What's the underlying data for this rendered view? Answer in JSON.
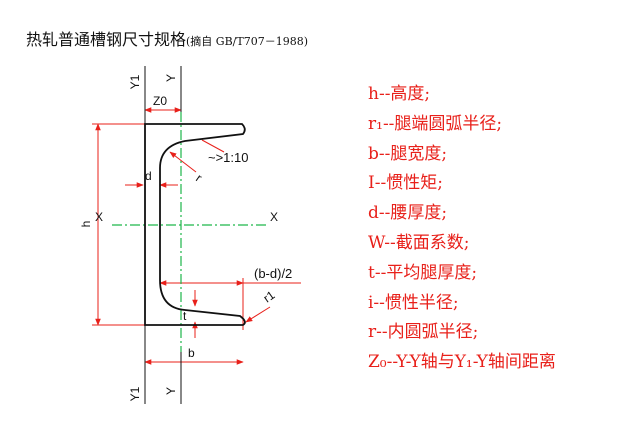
{
  "title": {
    "main": "热轧普通槽钢尺寸规格",
    "source": "(摘自 GB/T707－1988)"
  },
  "diagram": {
    "labels": {
      "y1_top": "Y1",
      "y_top": "Y",
      "z0": "Z0",
      "slope": "~>1:10",
      "d": "d",
      "r": "r",
      "h": "h",
      "x_left": "X",
      "x_right": "X",
      "b_minus_d": "(b-d)/2",
      "r1": "r1",
      "t": "t",
      "b": "b",
      "y1_bottom": "Y1",
      "y_bottom": "Y"
    },
    "colors": {
      "outline": "#111111",
      "dimension": "#e8201a",
      "centerline": "#1db64a"
    }
  },
  "legend": [
    "h--高度;",
    "r₁--腿端圆弧半径;",
    "b--腿宽度;",
    "I--惯性矩;",
    "d--腰厚度;",
    "W--截面系数;",
    "t--平均腿厚度;",
    "i--惯性半径;",
    "r--内圆弧半径;",
    "Z₀--Y-Y轴与Y₁-Y轴间距离"
  ]
}
